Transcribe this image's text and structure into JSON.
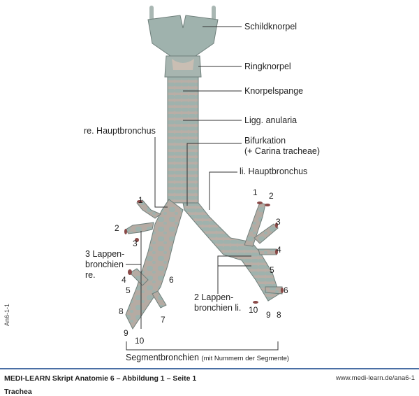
{
  "labels": {
    "schildknorpel": "Schildknorpel",
    "ringknorpel": "Ringknorpel",
    "knorpelspange": "Knorpelspange",
    "ligg_anularia": "Ligg. anularia",
    "bifurkation": "Bifurkation",
    "carina": "(+ Carina tracheae)",
    "li_hauptbronchus": "li. Hauptbronchus",
    "re_hauptbronchus": "re. Hauptbronchus",
    "lappen_re": [
      "3 Lappen-",
      "bronchien",
      "re."
    ],
    "lappen_li": [
      "2 Lappen-",
      "bronchien li."
    ],
    "segment_main": "Segmentbronchien",
    "segment_note": "(mit Nummern der Segmente)"
  },
  "segments_right": [
    "1",
    "2",
    "3",
    "4",
    "5",
    "6",
    "7",
    "8",
    "9",
    "10"
  ],
  "segments_left": [
    "1",
    "2",
    "3",
    "4",
    "5",
    "6",
    "10",
    "9",
    "8"
  ],
  "footer": {
    "title": "MEDI-LEARN Skript Anatomie 6 – Abbildung 1 – Seite 1",
    "subtitle": "Trachea",
    "url": "www.medi-learn.de/ana6-1",
    "side_code": "An6-1-1"
  },
  "colors": {
    "cartilage": "#9fb0ab",
    "ligament": "#b8aca4",
    "rule": "#4a6fa5",
    "lumen": "#8a4a48"
  }
}
